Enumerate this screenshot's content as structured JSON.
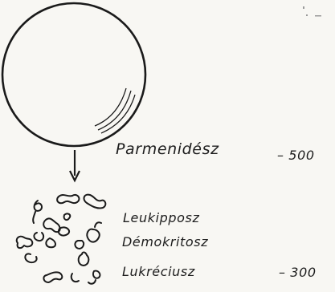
{
  "diagram": {
    "sphere_label": "Parmenidész",
    "sphere_date": "– 500",
    "atomists": [
      {
        "name": "Leukipposz"
      },
      {
        "name": "Démokritosz"
      },
      {
        "name": "Lukréciusz"
      }
    ],
    "atomists_date": "– 300"
  }
}
